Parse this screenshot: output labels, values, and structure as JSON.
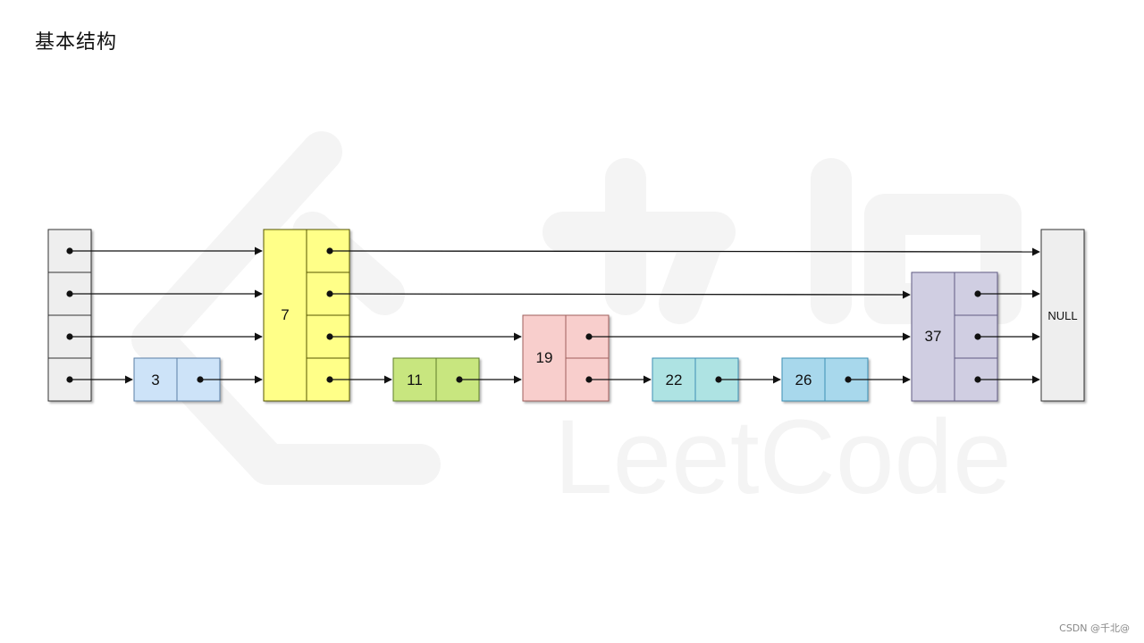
{
  "title": "基本结构",
  "watermark": "LeetCode",
  "footer": "CSDN @千北@",
  "nodes": [
    {
      "id": "head",
      "label": "",
      "fill": "#eeeeee",
      "stroke": "#333333"
    },
    {
      "id": "n3",
      "label": "3",
      "fill": "#cde3f8",
      "stroke": "#5b7fa6"
    },
    {
      "id": "n7",
      "label": "7",
      "fill": "#ffff88",
      "stroke": "#666600"
    },
    {
      "id": "n11",
      "label": "11",
      "fill": "#c8e67f",
      "stroke": "#5f7f2a"
    },
    {
      "id": "n19",
      "label": "19",
      "fill": "#f8cecc",
      "stroke": "#9f5f5c"
    },
    {
      "id": "n22",
      "label": "22",
      "fill": "#aee3e3",
      "stroke": "#3e8fb5"
    },
    {
      "id": "n26",
      "label": "26",
      "fill": "#a8d8ec",
      "stroke": "#3e8fb5"
    },
    {
      "id": "n37",
      "label": "37",
      "fill": "#d0cee2",
      "stroke": "#5f5a82"
    },
    {
      "id": "null",
      "label": "NULL",
      "fill": "#eeeeee",
      "stroke": "#333333"
    }
  ],
  "colors": {
    "line": "#111111",
    "watermark": "#f2f2f2"
  }
}
